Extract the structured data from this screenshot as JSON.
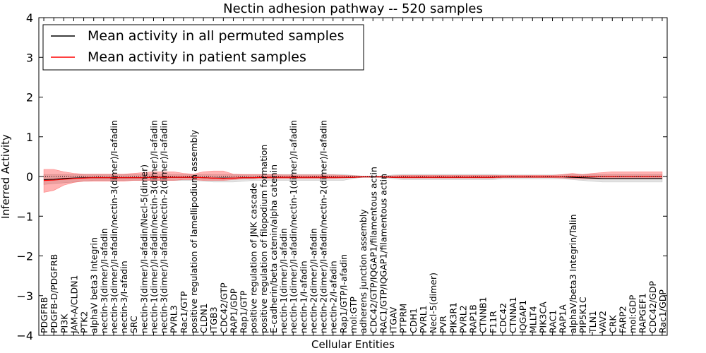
{
  "chart_data": {
    "type": "line",
    "title": "Nectin adhesion pathway -- 520 samples",
    "xlabel": "Cellular Entities",
    "ylabel": "Inferred Activity",
    "ylim": [
      -4,
      4
    ],
    "yticks": [
      -4,
      -3,
      -2,
      -1,
      0,
      1,
      2,
      3,
      4
    ],
    "ytick_labels": [
      "−4",
      "−3",
      "−2",
      "−1",
      "0",
      "1",
      "2",
      "3",
      "4"
    ],
    "grid": false,
    "legend_position": "top-left",
    "categories": [
      "PDGFRB",
      "PDGFB-D/PDGFRB",
      "PI3K",
      "JAM-A/CLDN1",
      "PTK2",
      "alphaV beta3 Integrin",
      "nectin-3(dimer)/I-afadin",
      "nectin-3(dimer)/I-afadin/nectin-3(dimer)/I-afadin",
      "nectin-3/I-afadin",
      "SRC",
      "nectin-3(dimer)/I-afadin/Necl-5(dimer)",
      "nectin-1(dimer)/I-afadin/nectin-3(dimer)/I-afadin",
      "nectin-3(dimer)/I-afadin/nectin-2(dimer)/I-afadin",
      "PVRL3",
      "Rac1/GTP",
      "positive regulation of lamellipodium assembly",
      "CLDN1",
      "ITGB3",
      "CDC42/GTP",
      "RAP1/GDP",
      "Rap1/GTP",
      "positive regulation of JNK cascade",
      "positive regulation of filopodium formation",
      "E-cadherin/beta catenin/alpha catenin",
      "nectin-1(dimer)/I-afadin",
      "nectin-1(dimer)/I-afadin/nectin-1(dimer)/I-afadin",
      "nectin-1/I-afadin",
      "nectin-2(dimer)/I-afadin",
      "nectin-2(dimer)/I-afadin/nectin-2(dimer)/I-afadin",
      "nectin-2/I-afadin",
      "Rap1/GTP/I-afadin",
      "mol:GTP",
      "adherens junction assembly",
      "CDC42/GTP/IQGAP1/filamentous actin",
      "RAC1/GTP/IQGAP1/filamentous actin",
      "ITGAV",
      "PTPRM",
      "CDH1",
      "PVRL1",
      "Necl-5(dimer)",
      "PVR",
      "PIK3R1",
      "PVRL2",
      "RAP1B",
      "CTNNB1",
      "F11R",
      "CDC42",
      "CTNNA1",
      "IQGAP1",
      "MLLT4",
      "PIK3CA",
      "RAC1",
      "RAP1A",
      "alphaV/beta3 Integrin/Talin",
      "PIP5K1C",
      "TLN1",
      "VAV2",
      "CRK",
      "FARP2",
      "mol:GDP",
      "RAPGEF1",
      "CDC42/GDP",
      "Rac1/GDP"
    ],
    "series": [
      {
        "name": "Mean activity in all permuted samples",
        "color": "#000000",
        "values": [
          -0.08,
          -0.07,
          -0.05,
          -0.04,
          -0.03,
          -0.03,
          -0.03,
          -0.03,
          -0.03,
          -0.03,
          -0.03,
          -0.02,
          -0.02,
          -0.02,
          -0.02,
          -0.02,
          -0.03,
          -0.04,
          -0.04,
          -0.04,
          -0.03,
          -0.03,
          -0.02,
          -0.02,
          -0.02,
          -0.02,
          -0.02,
          -0.02,
          -0.02,
          -0.02,
          -0.02,
          -0.02,
          -0.01,
          -0.01,
          -0.01,
          -0.02,
          -0.02,
          -0.02,
          -0.02,
          -0.02,
          -0.02,
          -0.02,
          -0.02,
          -0.02,
          -0.02,
          -0.02,
          -0.01,
          -0.01,
          -0.01,
          -0.01,
          -0.01,
          -0.01,
          -0.01,
          -0.02,
          -0.03,
          -0.04,
          -0.05,
          -0.05,
          -0.05,
          -0.05,
          -0.05,
          -0.05,
          -0.05
        ],
        "band_lower": [
          -0.2,
          -0.18,
          -0.16,
          -0.14,
          -0.12,
          -0.1,
          -0.1,
          -0.1,
          -0.1,
          -0.1,
          -0.1,
          -0.1,
          -0.1,
          -0.1,
          -0.1,
          -0.1,
          -0.12,
          -0.14,
          -0.14,
          -0.14,
          -0.12,
          -0.1,
          -0.1,
          -0.1,
          -0.1,
          -0.1,
          -0.1,
          -0.1,
          -0.1,
          -0.1,
          -0.1,
          -0.05,
          -0.02,
          -0.02,
          -0.02,
          -0.06,
          -0.08,
          -0.08,
          -0.08,
          -0.08,
          -0.08,
          -0.08,
          -0.08,
          -0.08,
          -0.08,
          -0.08,
          -0.06,
          -0.06,
          -0.06,
          -0.06,
          -0.06,
          -0.06,
          -0.06,
          -0.08,
          -0.1,
          -0.12,
          -0.14,
          -0.14,
          -0.14,
          -0.14,
          -0.14,
          -0.14,
          -0.14
        ],
        "band_upper": [
          0.05,
          0.05,
          0.05,
          0.05,
          0.05,
          0.05,
          0.05,
          0.05,
          0.05,
          0.05,
          0.05,
          0.05,
          0.05,
          0.05,
          0.05,
          0.05,
          0.05,
          0.05,
          0.05,
          0.05,
          0.05,
          0.05,
          0.05,
          0.05,
          0.05,
          0.05,
          0.05,
          0.05,
          0.05,
          0.05,
          0.05,
          0.03,
          0.01,
          0.01,
          0.01,
          0.04,
          0.05,
          0.05,
          0.05,
          0.05,
          0.05,
          0.05,
          0.05,
          0.05,
          0.05,
          0.05,
          0.04,
          0.04,
          0.04,
          0.04,
          0.04,
          0.04,
          0.04,
          0.05,
          0.05,
          0.05,
          0.05,
          0.05,
          0.05,
          0.05,
          0.05,
          0.05,
          0.05
        ]
      },
      {
        "name": "Mean activity in patient samples",
        "color": "#ff0000",
        "values": [
          -0.1,
          -0.09,
          -0.07,
          -0.05,
          -0.04,
          -0.03,
          -0.03,
          -0.03,
          -0.03,
          -0.03,
          -0.03,
          -0.02,
          -0.02,
          -0.02,
          -0.02,
          -0.02,
          -0.03,
          -0.04,
          -0.05,
          -0.04,
          -0.03,
          -0.03,
          -0.02,
          -0.02,
          -0.02,
          -0.02,
          -0.02,
          -0.02,
          -0.02,
          -0.02,
          -0.02,
          -0.02,
          -0.01,
          -0.01,
          -0.01,
          -0.02,
          -0.02,
          -0.02,
          -0.02,
          -0.02,
          -0.02,
          -0.02,
          -0.02,
          -0.02,
          -0.02,
          -0.02,
          -0.01,
          -0.01,
          -0.01,
          -0.01,
          -0.01,
          -0.01,
          -0.01,
          0.0,
          -0.01,
          0.0,
          0.0,
          0.0,
          0.0,
          0.0,
          0.0,
          0.0,
          0.0
        ],
        "band_lower": [
          -0.4,
          -0.35,
          -0.22,
          -0.15,
          -0.12,
          -0.12,
          -0.12,
          -0.12,
          -0.12,
          -0.1,
          -0.1,
          -0.1,
          -0.1,
          -0.1,
          -0.08,
          -0.08,
          -0.1,
          -0.1,
          -0.1,
          -0.08,
          -0.06,
          -0.06,
          -0.05,
          -0.05,
          -0.05,
          -0.05,
          -0.05,
          -0.05,
          -0.05,
          -0.05,
          -0.04,
          -0.03,
          -0.02,
          -0.02,
          -0.02,
          -0.03,
          -0.04,
          -0.04,
          -0.04,
          -0.04,
          -0.04,
          -0.04,
          -0.04,
          -0.04,
          -0.04,
          -0.04,
          -0.03,
          -0.03,
          -0.03,
          -0.03,
          -0.03,
          -0.03,
          -0.04,
          -0.05,
          -0.06,
          -0.06,
          -0.06,
          -0.06,
          -0.06,
          -0.06,
          -0.06,
          -0.06,
          -0.06
        ],
        "band_upper": [
          0.18,
          0.18,
          0.12,
          0.08,
          0.06,
          0.06,
          0.06,
          0.06,
          0.06,
          0.08,
          0.1,
          0.12,
          0.12,
          0.12,
          0.08,
          0.06,
          0.12,
          0.14,
          0.14,
          0.06,
          0.05,
          0.05,
          0.05,
          0.05,
          0.04,
          0.04,
          0.04,
          0.04,
          0.04,
          0.04,
          0.03,
          0.02,
          0.01,
          0.01,
          0.01,
          0.02,
          0.03,
          0.03,
          0.03,
          0.03,
          0.03,
          0.03,
          0.03,
          0.03,
          0.03,
          0.03,
          0.03,
          0.03,
          0.03,
          0.03,
          0.03,
          0.03,
          0.05,
          0.08,
          0.05,
          0.08,
          0.1,
          0.12,
          0.12,
          0.12,
          0.12,
          0.12,
          0.12
        ]
      }
    ]
  }
}
